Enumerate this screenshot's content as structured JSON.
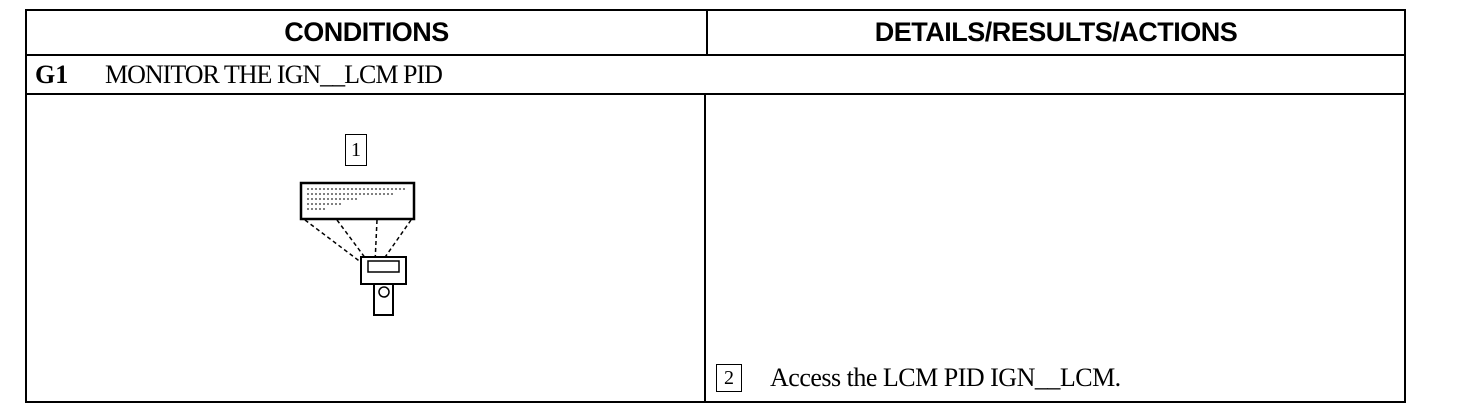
{
  "headers": {
    "conditions": "CONDITIONS",
    "details": "DETAILS/RESULTS/ACTIONS"
  },
  "step": {
    "id": "G1",
    "title": "MONITOR THE IGN__LCM PID"
  },
  "diagram": {
    "icon": "scan-tool-connector-icon",
    "callout_number": "1"
  },
  "action": {
    "number": "2",
    "text": "Access the LCM PID IGN__LCM."
  }
}
